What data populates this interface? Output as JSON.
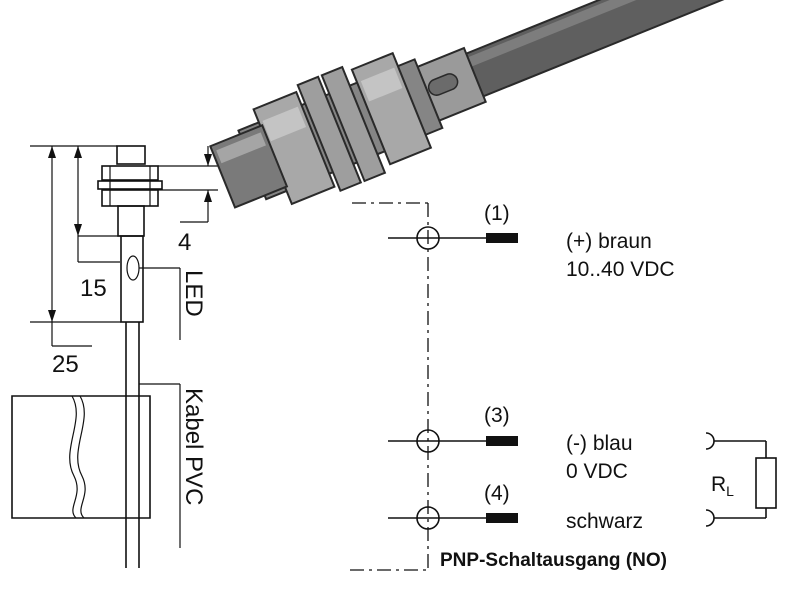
{
  "dimensions": {
    "d4": "4",
    "d15": "15",
    "d25": "25"
  },
  "labels": {
    "led": "LED",
    "cable": "Kabel PVC"
  },
  "pins": [
    {
      "number": "(1)",
      "line1": "(+) braun",
      "line2": "10..40 VDC"
    },
    {
      "number": "(3)",
      "line1": "(-) blau",
      "line2": "0 VDC"
    },
    {
      "number": "(4)",
      "line1": "schwarz",
      "line2": ""
    }
  ],
  "load": {
    "symbol": "R",
    "subscript": "L"
  },
  "output_type": "PNP-Schaltausgang (NO)",
  "colors": {
    "ink": "#111111",
    "housing_dark": "#6b6b6b",
    "housing_mid": "#8a8a8a",
    "housing_light": "#b5b5b5"
  }
}
